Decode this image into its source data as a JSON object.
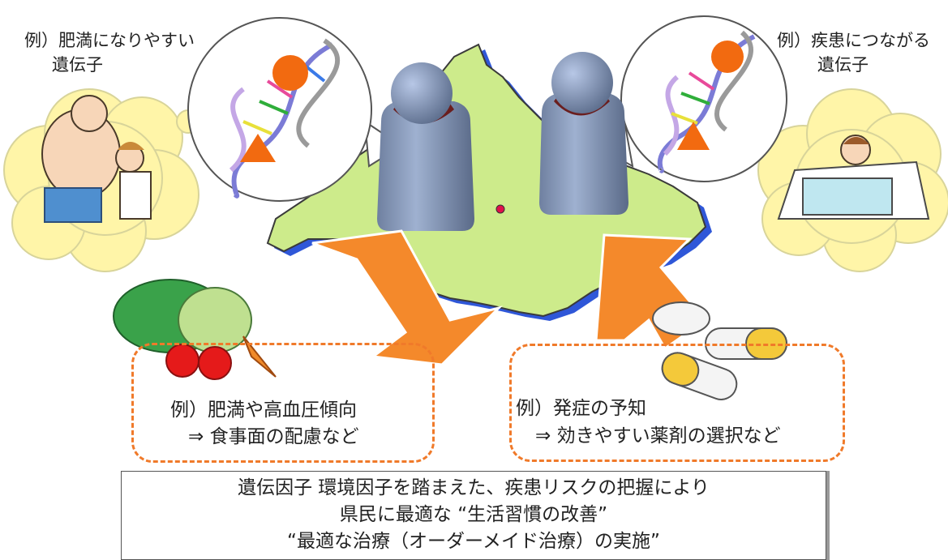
{
  "top_left_example": {
    "line1": "例）肥満になりやすい",
    "line2": "遺伝子"
  },
  "top_right_example": {
    "line1": "例）疾患につながる",
    "line2": "遺伝子"
  },
  "box_left": {
    "line1": "例）肥満や高血圧傾向",
    "line2": "⇒ 食事面の配慮など"
  },
  "box_right": {
    "line1": "例）発症の予知",
    "line2": "⇒ 効きやすい薬剤の選択など"
  },
  "summary": {
    "line1": "遺伝因子 環境因子を踏まえた、疾患リスクの把握により",
    "line2": "県民に最適な “生活習慣の改善”",
    "line3": "“最適な治療（オーダーメイド治療）の実施”"
  },
  "colors": {
    "accent_orange": "#f4892b",
    "map_green": "#cdeb8b",
    "bubble_yellow": "#fff5a8",
    "dashed_border": "#f07a2a"
  }
}
